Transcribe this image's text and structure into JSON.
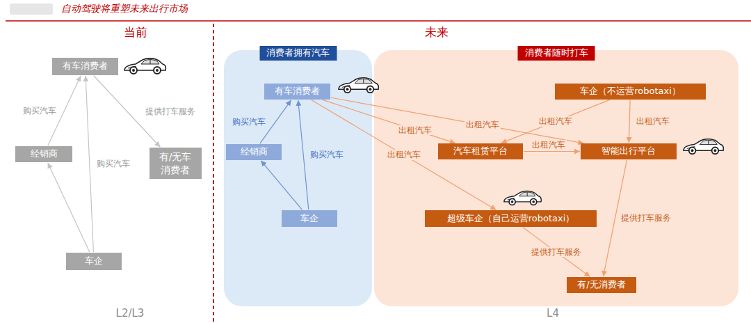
{
  "diagram": {
    "title": "自动驾驶将重塑未来出行市场",
    "nodes": [
      {
        "text": [
          "有车消费者"
        ]
      },
      {
        "text": [
          "经销商"
        ]
      },
      {
        "text": [
          "有/无车 消费者"
        ]
      },
      {
        "text": [
          "车企"
        ]
      },
      {
        "text": [
          "消费者拥有汽车"
        ]
      },
      {
        "text": [
          "有车消费者"
        ],
        "in": 4
      },
      {
        "text": [
          "经销商"
        ],
        "in": 4
      },
      {
        "text": [
          "车企"
        ],
        "in": 4
      },
      {
        "text": [
          "消费者随时打车"
        ]
      },
      {
        "text": [
          "车企（不运营robotaxi）"
        ],
        "in": 8
      },
      {
        "text": [
          "汽车租赁平台"
        ],
        "in": 8
      },
      {
        "text": [
          "智能出行平台"
        ],
        "in": 8
      },
      {
        "text": [
          "超级车企（自己运营robotaxi）"
        ],
        "in": 8
      },
      {
        "text": [
          "有/无消费者"
        ],
        "in": 8
      }
    ],
    "edges": [
      {
        "from": 1,
        "to": 0,
        "label": "购买汽车",
        "arrow": "to"
      },
      {
        "from": 3,
        "to": 0,
        "label": "购买汽车",
        "arrow": "to"
      },
      {
        "from": 3,
        "to": 1,
        "arrow": "to"
      },
      {
        "from": 0,
        "to": 2,
        "label": "提供打车服务",
        "arrow": "to"
      },
      {
        "from": 6,
        "to": 5,
        "label": "购买汽车",
        "arrow": "to"
      },
      {
        "from": 7,
        "to": 5,
        "label": "购买汽车",
        "arrow": "to"
      },
      {
        "from": 7,
        "to": 6,
        "arrow": "to"
      },
      {
        "from": 5,
        "to": 10,
        "label": "出租汽车",
        "arrow": "to"
      },
      {
        "from": 5,
        "to": 11,
        "label": "出租汽车",
        "arrow": "to"
      },
      {
        "from": 5,
        "to": 12,
        "label": "出租汽车",
        "arrow": "to"
      },
      {
        "from": 9,
        "to": 10,
        "label": "出租汽车",
        "arrow": "to"
      },
      {
        "from": 9,
        "to": 11,
        "label": "出租汽车",
        "arrow": "to"
      },
      {
        "from": 10,
        "to": 11,
        "label": "出租汽车",
        "arrow": "to"
      },
      {
        "from": 12,
        "to": 13,
        "label": "提供打车服务",
        "arrow": "to"
      },
      {
        "from": 11,
        "to": 13,
        "label": "提供打车服务",
        "arrow": "to"
      }
    ],
    "labels": [
      "当前",
      "未来",
      "L2/L3",
      "L4"
    ]
  }
}
